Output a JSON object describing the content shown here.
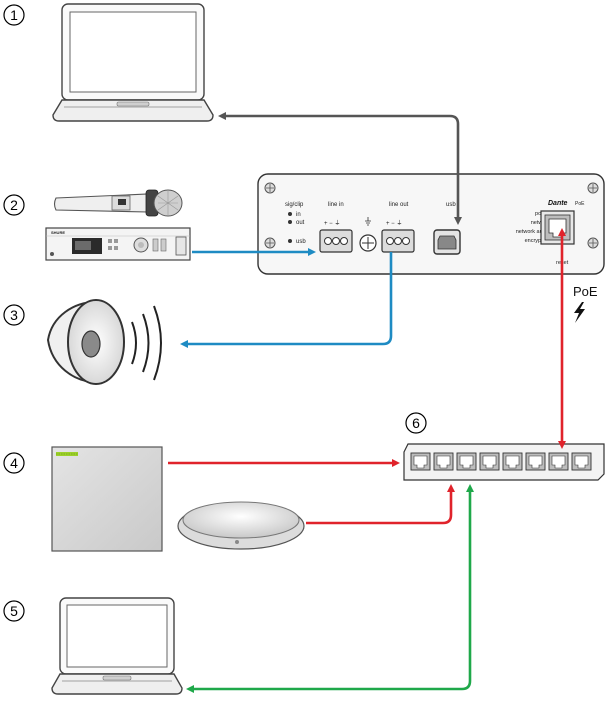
{
  "markers": [
    "1",
    "2",
    "3",
    "4",
    "5",
    "6"
  ],
  "device": {
    "group_labels": {
      "sig_clip": "sig/clip",
      "line_in": "line in",
      "line_out": "line out",
      "usb": "usb",
      "dante_logo": "Dante",
      "poe_small": "PoE",
      "reset": "reset"
    },
    "led_labels": {
      "in": "in",
      "out": "out",
      "usb": "usb"
    },
    "status_leds": [
      "power",
      "network",
      "network audio",
      "encryption"
    ],
    "terminal_polarity": "+ − ⏚"
  },
  "poe": {
    "label": "PoE",
    "icon": "lightning-bolt-icon"
  },
  "receiver_brand": "SHURE",
  "cable_colors": {
    "usb": "#555555",
    "analog_audio": "#1e8bc3",
    "dante_poe": "#e0232b",
    "dante": "#1fa84a"
  },
  "icons": [
    "laptop-icon",
    "wireless-microphone-icon",
    "wireless-receiver-icon",
    "loudspeaker-icon",
    "ceiling-array-microphone-icon",
    "table-array-microphone-icon",
    "network-switch-icon"
  ]
}
